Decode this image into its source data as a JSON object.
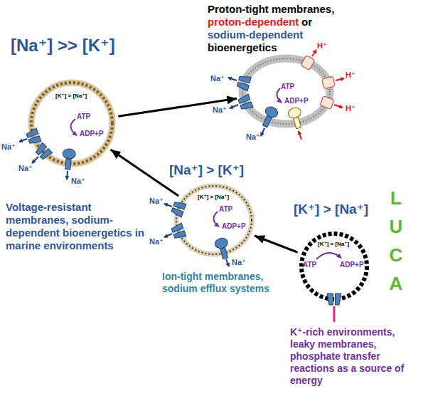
{
  "diagram": {
    "nodes": [
      {
        "text": [
          "Proton-tight membranes,",
          "proton-dependent",
          "or",
          "sodium-dependent",
          "bioenergetics"
        ]
      },
      {
        "text": [
          "[Na⁺] >> [K⁺]",
          "[K⁺] > [Na⁺]",
          "Voltage-resistant membranes, sodium-dependent bioenergetics in marine environments"
        ]
      },
      {
        "text": [
          "[Na⁺] > [K⁺]",
          "[K⁺] > [Na⁺]",
          "Ion-tight membranes, sodium efflux systems"
        ]
      },
      {
        "text": [
          "[K⁺] > [Na⁺]",
          "[K⁺] > [Na⁺]",
          "K⁺-rich environments, leaky membranes, phosphate transfer reactions as a source of energy"
        ]
      }
    ],
    "edges": [
      {
        "from": 3,
        "to": 2,
        "arrow": "to"
      },
      {
        "from": 2,
        "to": 1,
        "arrow": "to"
      },
      {
        "from": 1,
        "to": 0,
        "arrow": "to"
      }
    ],
    "labels": [
      "Na⁺",
      "Na⁺",
      "Na⁺",
      "H⁺",
      "H⁺",
      "H⁺",
      "ATP",
      "ADP+P",
      "Na⁺",
      "Na⁺",
      "Na⁺",
      "ATP",
      "ADP+P",
      "Na⁺",
      "Na⁺",
      "Na⁺",
      "ATP",
      "ADP+P",
      "ATP",
      "ADP+P",
      "LUCA"
    ]
  }
}
